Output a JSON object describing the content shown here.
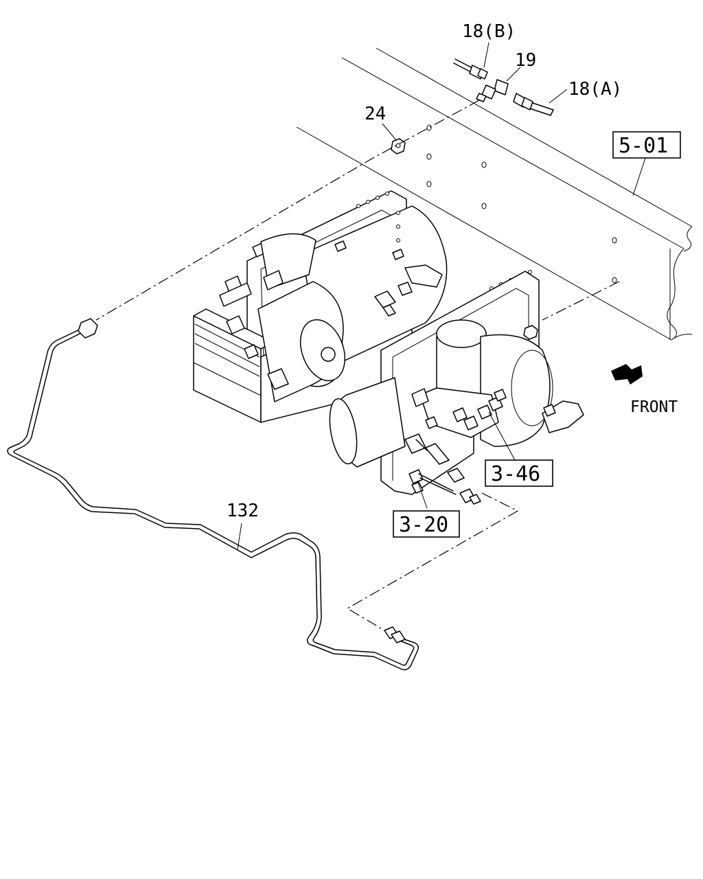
{
  "labels": {
    "part_18b": "18(B)",
    "part_19": "19",
    "part_18a": "18(A)",
    "part_24": "24",
    "part_132": "132",
    "front": "FRONT"
  },
  "refs": {
    "frame": "5-01",
    "dryer": "3-46",
    "valve": "3-20"
  },
  "colors": {
    "ink": "#000000",
    "paper": "#ffffff"
  },
  "icons": {
    "front_direction": "arrow-icon"
  }
}
